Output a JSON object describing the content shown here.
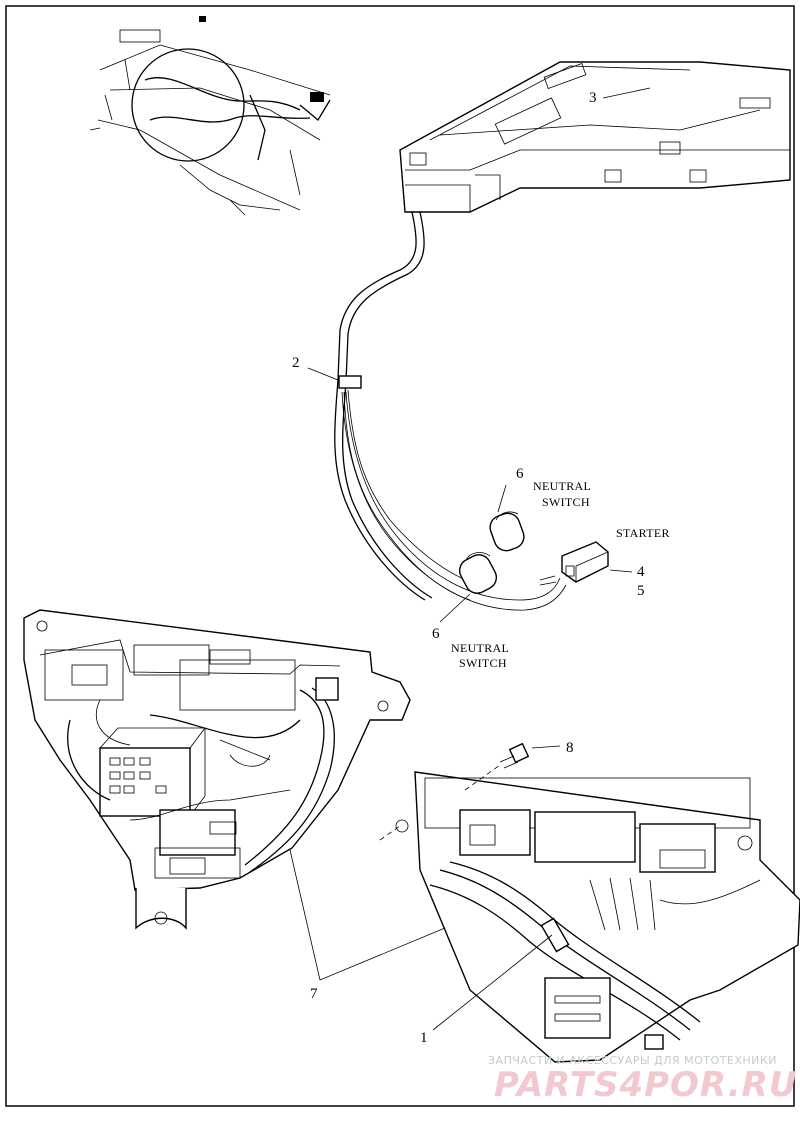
{
  "callouts": {
    "c1": "1",
    "c2": "2",
    "c3": "3",
    "c4": "4",
    "c5": "5",
    "c6a": "6",
    "c6b": "6",
    "c7": "7",
    "c8": "8"
  },
  "labels": {
    "neutral_switch_upper_line1": "NEUTRAL",
    "neutral_switch_upper_line2": "SWITCH",
    "neutral_switch_lower_line1": "NEUTRAL",
    "neutral_switch_lower_line2": "SWITCH",
    "starter": "STARTER"
  },
  "watermark": {
    "line1": "ЗАПЧАСТИ И АКСЕССУАРЫ ДЛЯ МОТОТЕХНИКИ",
    "line2": "PARTS4POR.RU"
  }
}
